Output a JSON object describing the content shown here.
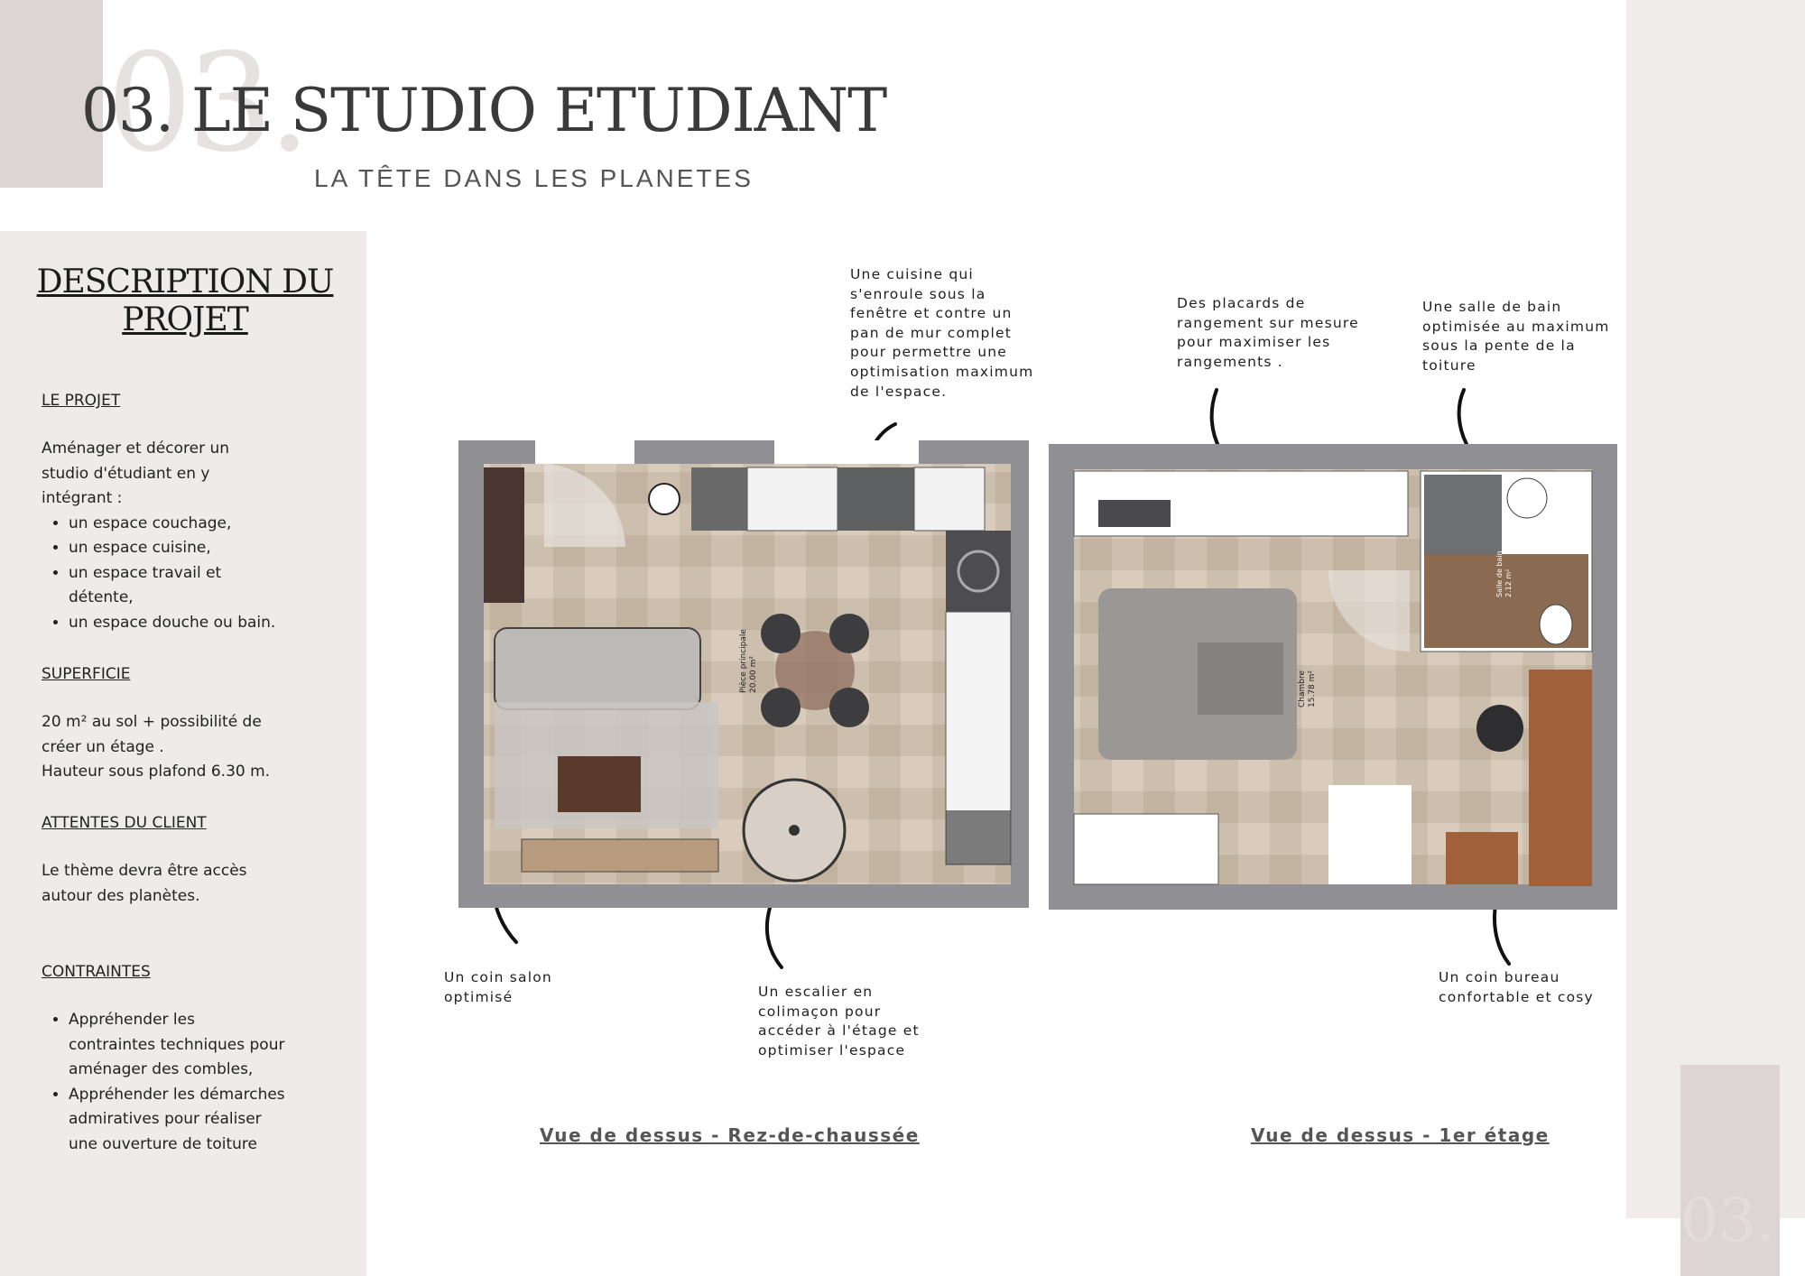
{
  "header": {
    "ghost_number": "03.",
    "title": "03. LE STUDIO ETUDIANT",
    "subtitle": "LA TÊTE DANS LES PLANETES"
  },
  "sidebar": {
    "heading_line1": "DESCRIPTION DU",
    "heading_line2": "PROJET",
    "projet": {
      "title": "LE PROJET ",
      "intro_line1": "Aménager et décorer un",
      "intro_line2": "studio  d'étudiant en y",
      "intro_line3": "intégrant :",
      "items": [
        "un espace couchage,",
        "un espace cuisine,",
        "un espace travail et détente,",
        "un espace douche ou bain."
      ]
    },
    "superficie": {
      "title": "SUPERFICIE",
      "line1": "20 m² au sol + possibilité de",
      "line2": "créer un étage .",
      "line3": "Hauteur sous plafond 6.30 m."
    },
    "attentes": {
      "title": "ATTENTES DU CLIENT ",
      "line1": "Le thème devra être accès",
      "line2": "autour des planètes."
    },
    "contraintes": {
      "title": "CONTRAINTES",
      "items": [
        "Appréhender les contraintes techniques pour aménager des combles,",
        "Appréhender les démarches admiratives pour réaliser une ouverture de toiture"
      ]
    }
  },
  "annotations": {
    "cuisine": [
      "Une cuisine qui",
      "s'enroule sous la",
      "fenêtre et contre un",
      "pan de mur complet",
      "pour permettre une",
      "optimisation maximum",
      "de l'espace."
    ],
    "placards": [
      "Des placards de",
      "rangement sur mesure",
      "pour maximiser les",
      "rangements ."
    ],
    "salle_bain": [
      "Une salle de bain",
      "optimisée au maximum",
      "sous la pente de la",
      "toiture"
    ],
    "salon": [
      "Un coin salon",
      "optimisé"
    ],
    "escalier": [
      "Un escalier en",
      "colimaçon pour",
      "accéder à l'étage et",
      "optimiser l'espace"
    ],
    "bureau": [
      "Un coin bureau",
      "confortable et cosy"
    ]
  },
  "plans": {
    "ground_room_label": "Pièce principale",
    "ground_room_area": "20.00 m²",
    "upper_room_label": "Chambre",
    "upper_room_area": "15.78 m²",
    "bath_label": "Salle de bain",
    "bath_area": "2.12 m²"
  },
  "captions": {
    "ground": "Vue de dessus - Rez-de-chaussée",
    "upper": "Vue de dessus - 1er étage"
  },
  "footer": {
    "page_number": "03."
  },
  "colors": {
    "accent_block": "#ddd4d6",
    "sidebar_bg": "#efebea",
    "wall": "#8f8f94",
    "floor": "#cdbfae"
  }
}
